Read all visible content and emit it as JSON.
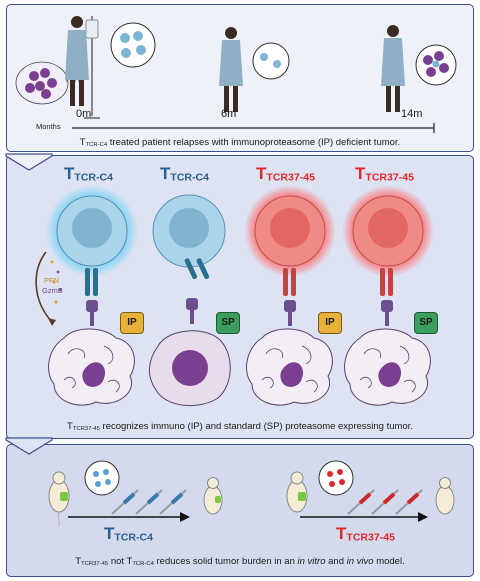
{
  "timeline": {
    "axis_label": "Months",
    "ticks": [
      "0m",
      "6m",
      "14m"
    ]
  },
  "captions": {
    "top": {
      "t": "T",
      "sub": "TCR-C4",
      "rest": " treated patient relapses with immunoproteasome (IP) deficient tumor."
    },
    "middle": {
      "t": "T",
      "sub": "TCR37-45",
      "rest": " recognizes immuno (IP) and standard (SP) proteasome expressing tumor."
    },
    "bottom": {
      "t1": "T",
      "sub1": "TCR37-45",
      "mid": " not T",
      "sub2": "TCR-C4",
      "rest1": " reduces solid tumor burden in an ",
      "em1": "in vitro",
      "and": " and ",
      "em2": "in vivo",
      "rest2": " model."
    }
  },
  "cells": [
    {
      "t": "T",
      "sub": "TCR-C4",
      "proteasome": "IP",
      "perforin": "PFN",
      "granzyme": "GzmB"
    },
    {
      "t": "T",
      "sub": "TCR-C4",
      "proteasome": "SP"
    },
    {
      "t": "T",
      "sub": "TCR37-45",
      "proteasome": "IP"
    },
    {
      "t": "T",
      "sub": "TCR37-45",
      "proteasome": "SP"
    }
  ],
  "mouse_arrows": [
    {
      "t": "T",
      "sub": "TCR-C4"
    },
    {
      "t": "T",
      "sub": "TCR37-45"
    }
  ],
  "colors": {
    "panel_border": "#3c4f8e",
    "tcr_c4": "#2a5d92",
    "tcr37": "#e0282b",
    "ip_badge": "#e8b13a",
    "sp_badge": "#3c9e5e",
    "tumor": "#7b3f92"
  },
  "icons": [
    "patient-icon",
    "iv-drip-icon",
    "tumor-cell-icon",
    "t-cell-icon",
    "tcr-receptor-icon",
    "mouse-icon",
    "syringe-icon",
    "petri-dish-icon"
  ]
}
